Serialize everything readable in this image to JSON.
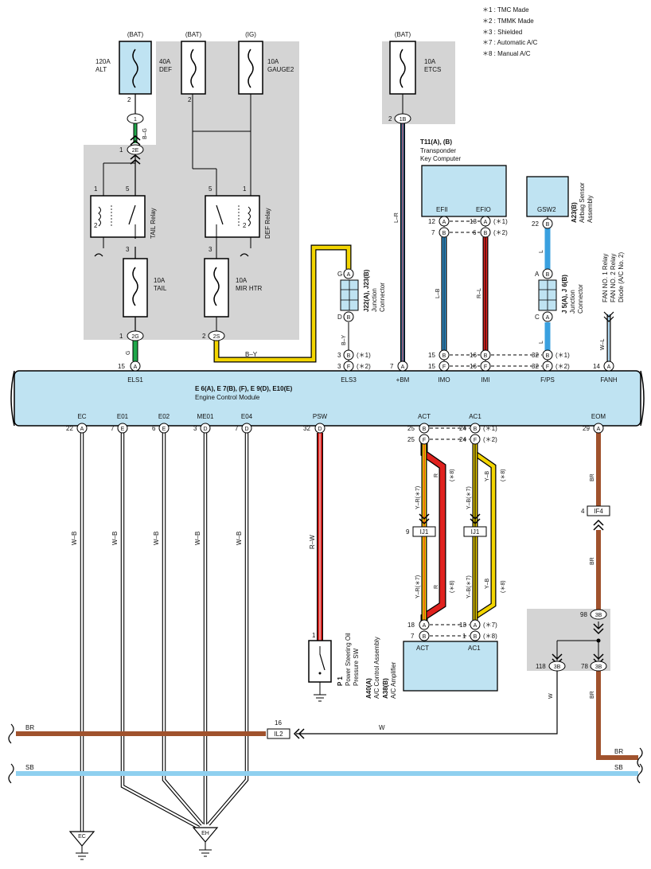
{
  "notes": [
    "＊1 : TMC Made",
    "＊2 : TMMK Made",
    "＊3 : Shielded",
    "＊7 : Automatic A/C",
    "＊8 : Manual A/C"
  ],
  "fuses": {
    "alt": {
      "source": "(BAT)",
      "rating": "120A",
      "name": "ALT",
      "pin_out": "2"
    },
    "def": {
      "source": "(BAT)",
      "rating": "40A",
      "name": "DEF",
      "pin_out": "2"
    },
    "gauge2": {
      "source": "(IG)",
      "rating": "10A",
      "name": "GAUGE2"
    },
    "etcs": {
      "source": "(BAT)",
      "rating": "10A",
      "name": "ETCS",
      "pin_out": "2"
    },
    "tail": {
      "rating": "10A",
      "name": "TAIL",
      "pin_out": "1"
    },
    "mir_htr": {
      "rating": "10A",
      "name": "MIR HTR",
      "pin_out": "2"
    }
  },
  "relays": {
    "tail": {
      "name": "TAIL Relay",
      "pins": [
        "1",
        "5",
        "2",
        "3"
      ]
    },
    "def": {
      "name": "DEF Relay",
      "pins": [
        "5",
        "1",
        "3",
        "2"
      ]
    }
  },
  "connectors": {
    "c1": "1",
    "c2e": "2E",
    "c2e_pin": "1",
    "c2g": "2G",
    "c2s": "2S",
    "c1b": "1B",
    "c1b_pin": "2"
  },
  "wires": {
    "bg": "B–G",
    "g": "G",
    "by_top": "B–Y",
    "by_side": "B–Y",
    "lr": "L–R",
    "lb": "L–B",
    "rl": "R–L",
    "l1": "L",
    "l2": "L",
    "wl": "W–L",
    "wb": [
      "W–B",
      "W–B",
      "W–B",
      "W–B",
      "W–B"
    ],
    "rw": "R–W",
    "yr7": "Y–R(＊7)",
    "r8": "R",
    "r8n": "(＊8)",
    "yb7": "Y–B(＊7)",
    "yb8": "Y–B",
    "yb8n": "(＊8)",
    "yr7b": "Y–R(＊7)",
    "r8b": "R",
    "r8bn": "(＊8)",
    "yb7b": "Y–B(＊7)",
    "yb8b": "Y–B",
    "yb8bn": "(＊8)",
    "br1": "BR",
    "br2": "BR",
    "br3": "BR",
    "br4": "BR",
    "w1": "W",
    "w2": "W",
    "br_bus": "BR",
    "sb_bus": "SB",
    "br_bus_r": "BR",
    "sb_bus_r": "SB"
  },
  "jc": {
    "label1": "J22(A),  J23(B)",
    "label2": "Junction",
    "label3": "Connector",
    "pin_g": "G",
    "pin_a": "A",
    "pin_b": "B",
    "pin_d": "D"
  },
  "j5": {
    "label1": "J 5(A),  J 6(B)",
    "label2": "Junction",
    "label3": "Connector",
    "pin_a": "A",
    "pin_b": "B",
    "pin_c": "C",
    "pin_a2": "A"
  },
  "t11": {
    "title": "T11(A), (B)",
    "name1": "Transponder",
    "name2": "Key Computer",
    "efii": "EFII",
    "efio": "EFIO",
    "rows": [
      {
        "l": "12",
        "lc": "A",
        "r": "13",
        "rc": "A",
        "note": "(＊1)"
      },
      {
        "l": "7",
        "lc": "B",
        "r": "6",
        "rc": "B",
        "note": "(＊2)"
      }
    ]
  },
  "a23": {
    "title": "A23(B)",
    "name1": "Airbag Sensor",
    "name2": "Assembly",
    "pin_label": "GSW2",
    "pin": "22",
    "pin_c": "B"
  },
  "fan": [
    "FAN NO. 1 Relay",
    "FAN NO. 2 Relay",
    "Diode (A/C No. 2)"
  ],
  "ecm": {
    "title": "E 6(A),  E 7(B), (F),  E 9(D),  E10(E)",
    "name": "Engine Control Module",
    "top_pins": [
      {
        "n": "15",
        "c": "A",
        "label": "ELS1"
      },
      {
        "n": "3",
        "c": "B",
        "note": "(＊1)"
      },
      {
        "n": "3",
        "c": "F",
        "note": "(＊2)",
        "label": "ELS3"
      },
      {
        "n": "7",
        "c": "A",
        "label": "+BM"
      },
      {
        "n": "15",
        "c": "B"
      },
      {
        "n": "15",
        "c": "F",
        "label": "IMO"
      },
      {
        "n": "16",
        "c": "B"
      },
      {
        "n": "16",
        "c": "F",
        "label": "IMI"
      },
      {
        "n": "32",
        "c": "B",
        "note": "(＊1)"
      },
      {
        "n": "32",
        "c": "F",
        "note": "(＊2)",
        "label": "F/PS"
      },
      {
        "n": "14",
        "c": "A",
        "label": "FANH"
      }
    ],
    "bottom_pins": [
      {
        "n": "22",
        "c": "A",
        "label": "EC"
      },
      {
        "n": "7",
        "c": "E",
        "label": "E01"
      },
      {
        "n": "6",
        "c": "E",
        "label": "E02"
      },
      {
        "n": "3",
        "c": "D",
        "label": "ME01"
      },
      {
        "n": "7",
        "c": "D",
        "label": "E04"
      },
      {
        "n": "32",
        "c": "D",
        "label": "PSW"
      },
      {
        "n": "25",
        "c": "B",
        "label": "ACT"
      },
      {
        "n": "25",
        "c": "F"
      },
      {
        "n": "24",
        "c": "B",
        "label": "AC1",
        "note": "(＊1)"
      },
      {
        "n": "24",
        "c": "F",
        "note": "(＊2)"
      },
      {
        "n": "29",
        "c": "A",
        "label": "EOM"
      }
    ]
  },
  "ij1a": {
    "pin": "9",
    "name": "IJ1"
  },
  "ij1b": {
    "pin": "",
    "name": "IJ1"
  },
  "if4": {
    "pin": "4",
    "name": "IF4"
  },
  "il2": {
    "pin": "16",
    "name": "IL2"
  },
  "c3b": {
    "top_pin": "98",
    "name": "3B",
    "l_pin": "118",
    "r_pin": "78"
  },
  "p1": {
    "pin": "1",
    "title": "P 1",
    "name1": "Power Steering Oil",
    "name2": "Pressure SW"
  },
  "a40": {
    "title1": "A40(A)",
    "name1": "A/C Control Assembly",
    "title2": "A38(B)",
    "name2": "A/C Amplifier",
    "act": "ACT",
    "ac1": "AC1",
    "rows": [
      {
        "l": "18",
        "lc": "A",
        "r": "13",
        "rc": "A",
        "note": "(＊7)"
      },
      {
        "l": "7",
        "lc": "B",
        "r": "1",
        "rc": "B",
        "note": "(＊8)"
      }
    ]
  },
  "grounds": {
    "ec": "EC",
    "eh": "EH"
  },
  "colors": {
    "ecm": "#bfe3f2",
    "gray_box": "#d4d4d4",
    "green": "#1fa84a",
    "yellow": "#f3d500",
    "blue": "#3aa0df",
    "red": "#e0221f",
    "brown": "#a0522d",
    "sky": "#8fd0ef"
  }
}
